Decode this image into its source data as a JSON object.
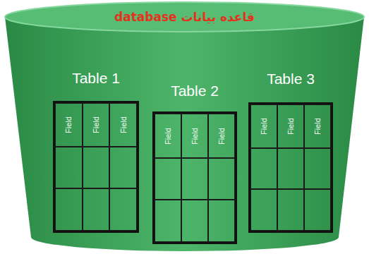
{
  "diagram": {
    "nodes": [
      {
        "text": [
          "database قاعده بيانات"
        ]
      },
      {
        "text": [
          "Table 1"
        ],
        "in": 0
      },
      {
        "text": [
          "Table 2"
        ],
        "in": 0
      },
      {
        "text": [
          "Table 3"
        ],
        "in": 0
      }
    ],
    "labels": [
      "Field",
      "Field",
      "Field",
      "Field",
      "Field",
      "Field",
      "Field",
      "Field",
      "Field"
    ]
  }
}
